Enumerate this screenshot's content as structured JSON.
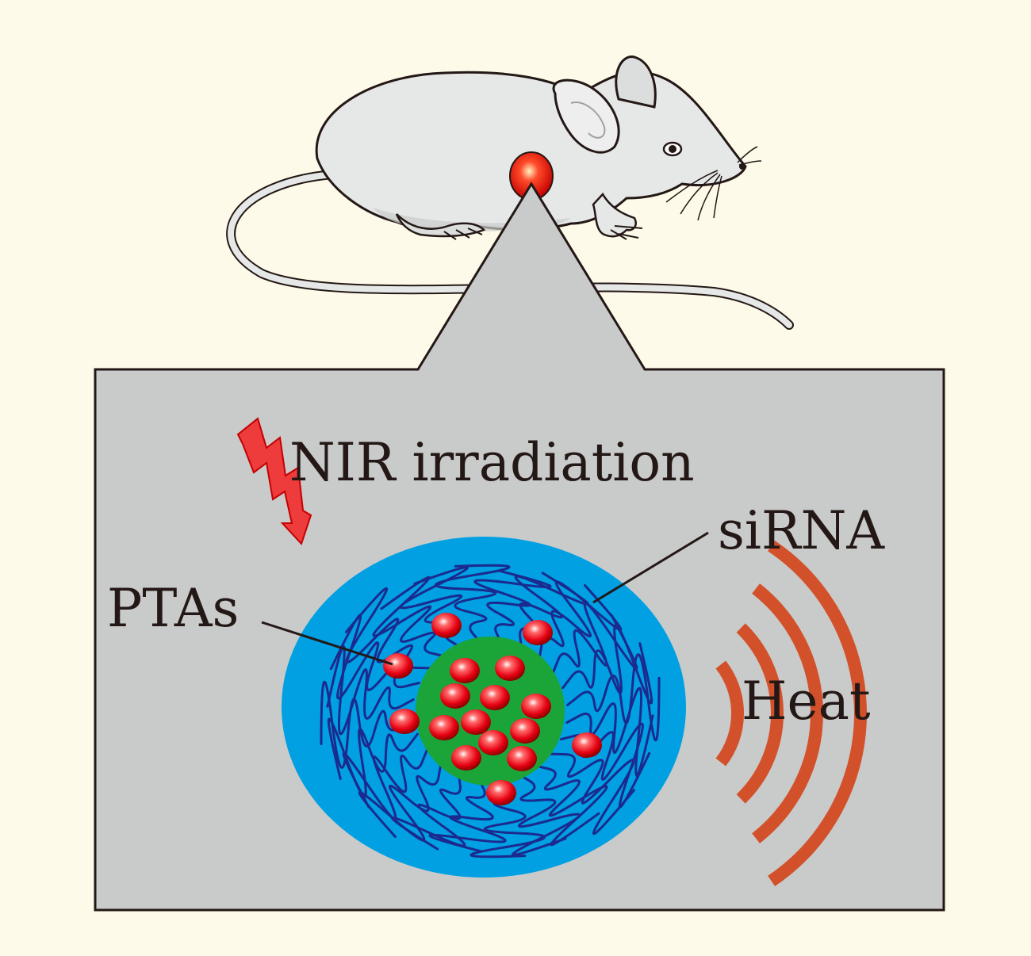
{
  "labels": {
    "nir": "NIR irradiation",
    "sirna": "siRNA",
    "ptas": "PTAs",
    "heat": "Heat"
  },
  "colors": {
    "background": "#fefae9",
    "panel": "#c9caca",
    "outline": "#231815",
    "micelle_shell": "#00a0e2",
    "micelle_core": "#1ba538",
    "strand": "#1b2a8f",
    "particle": "#e60012",
    "heat_wave": "#d2512a",
    "arrow": "#ee3b3b",
    "mouse_body": "#e6e7e7"
  },
  "icons": {
    "mouse": "mouse-illustration",
    "tumor": "tumor-spot",
    "arrow": "lightning-arrow-icon",
    "heat": "heat-wave-icon"
  }
}
